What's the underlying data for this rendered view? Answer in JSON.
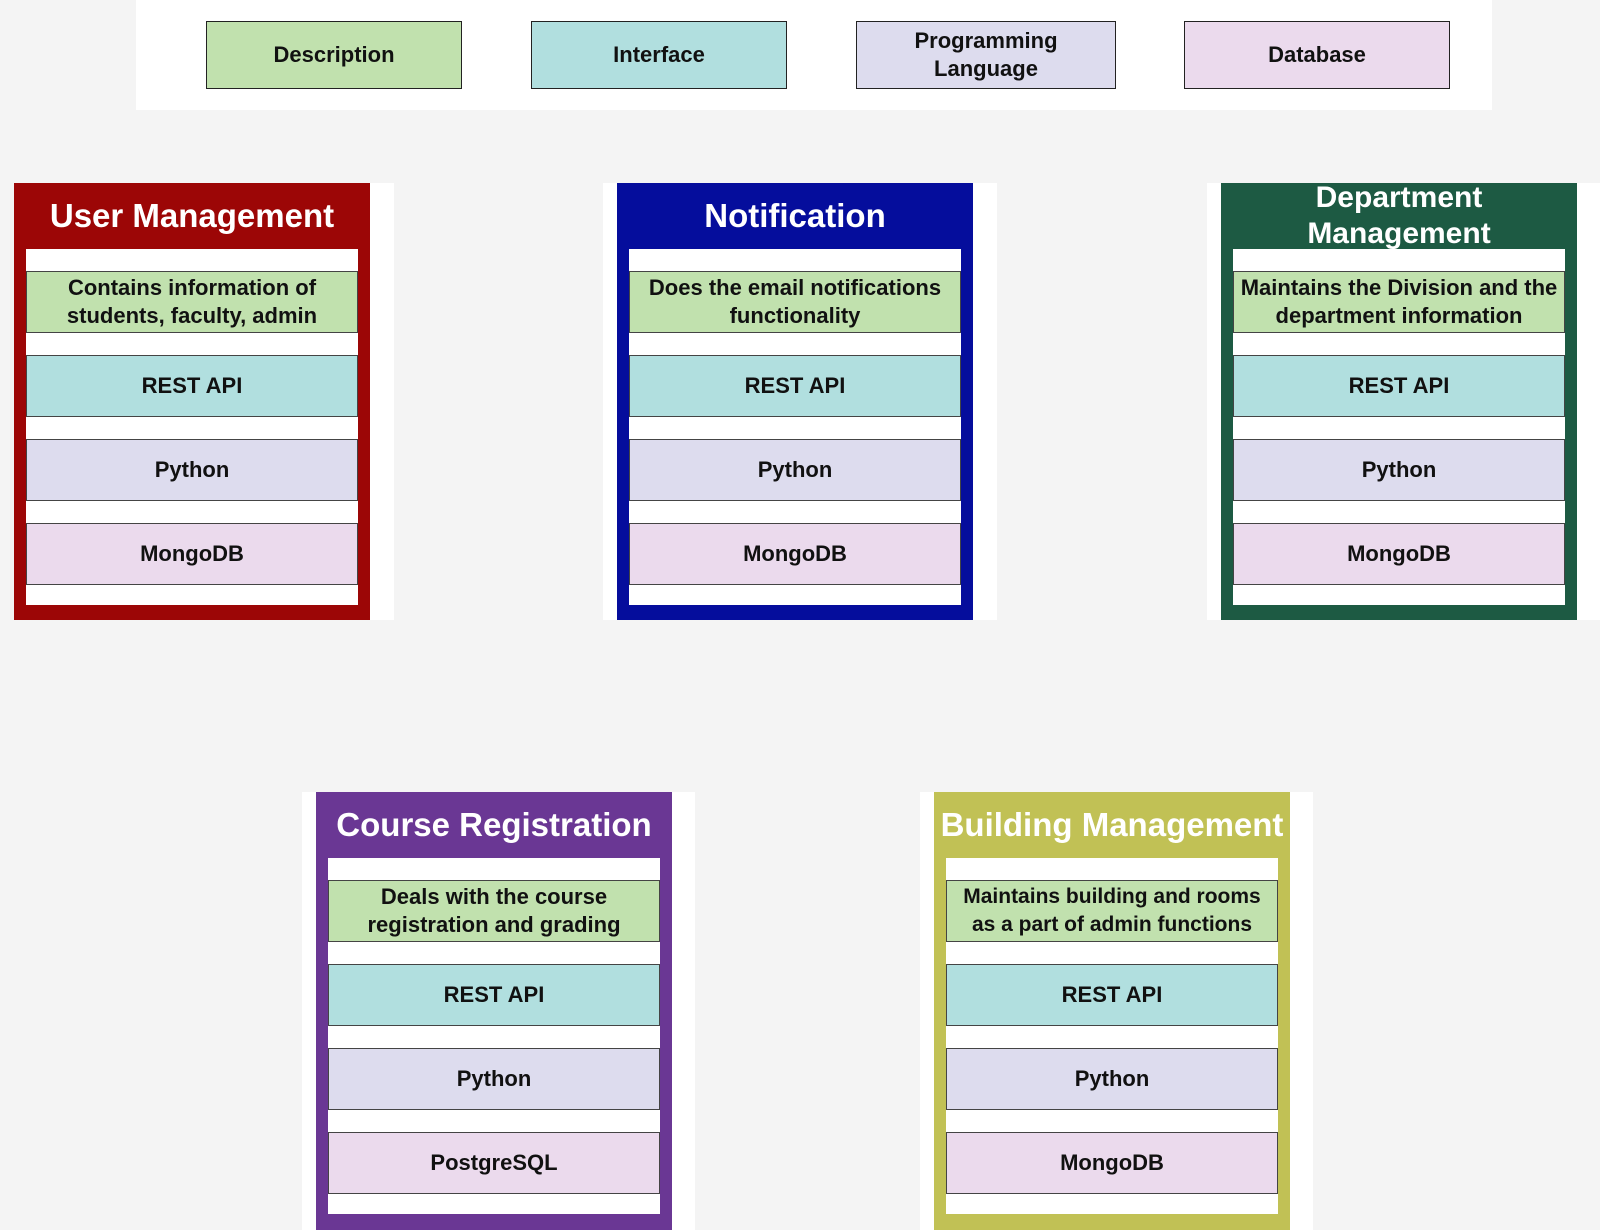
{
  "colors": {
    "description": "#c1e1ae",
    "interface": "#b1dfdf",
    "language": "#dddcee",
    "database": "#ebdaed"
  },
  "legend": {
    "description": "Description",
    "interface": "Interface",
    "language": "Programming Language",
    "database": "Database"
  },
  "services": [
    {
      "title": "User Management",
      "color": "#9c0606",
      "description": "Contains information of students, faculty, admin",
      "interface": "REST API",
      "language": "Python",
      "database": "MongoDB"
    },
    {
      "title": "Notification",
      "color": "#050d9c",
      "description": "Does the email notifications functionality",
      "interface": "REST API",
      "language": "Python",
      "database": "MongoDB"
    },
    {
      "title": "Department Management",
      "color": "#1d5a43",
      "description": "Maintains the Division and the department information",
      "interface": "REST API",
      "language": "Python",
      "database": "MongoDB"
    },
    {
      "title": "Course Registration",
      "color": "#6a3794",
      "description": "Deals with the course registration and grading",
      "interface": "REST API",
      "language": "Python",
      "database": "PostgreSQL"
    },
    {
      "title": "Building Management",
      "color": "#c1c155",
      "description": "Maintains building and rooms as a part of admin functions",
      "interface": "REST API",
      "language": "Python",
      "database": "MongoDB"
    }
  ]
}
